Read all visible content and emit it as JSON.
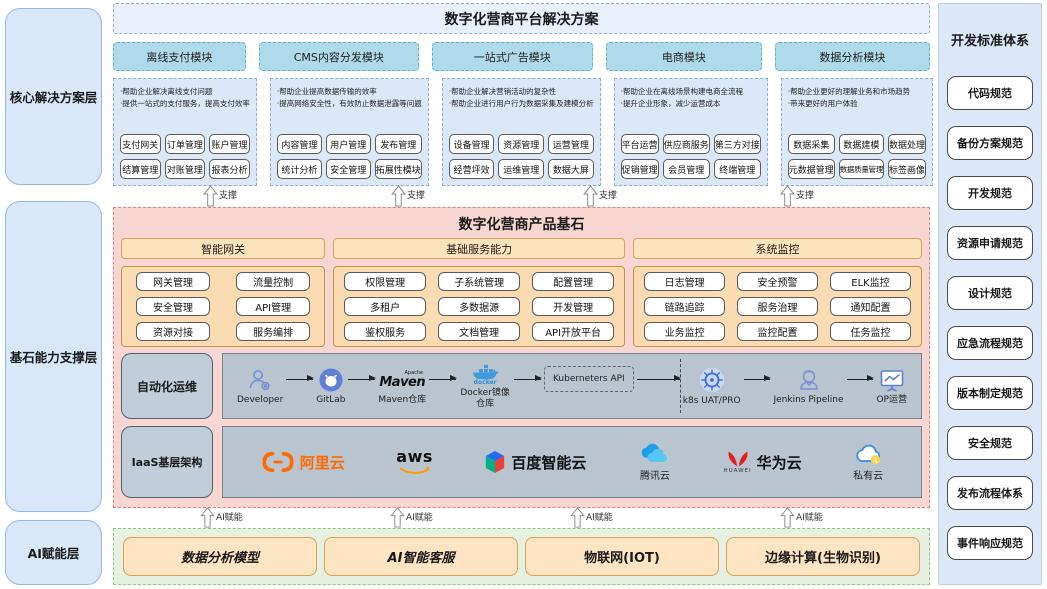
{
  "left_layers": [
    "核心解决方案层",
    "基石能力支撑层",
    "AI赋能层"
  ],
  "top": {
    "title": "数字化营商平台解决方案",
    "modules": [
      {
        "name": "离线支付模块",
        "desc": [
          "·帮助企业解决离线支付问题",
          "·提供一站式的支付服务，提高支付效率"
        ],
        "buttons": [
          "支付网关",
          "订单管理",
          "账户管理",
          "结算管理",
          "对账管理",
          "报表分析"
        ]
      },
      {
        "name": "CMS内容分发模块",
        "desc": [
          "·帮助企业提高数据传输的效率",
          "·提高网络安全性，有效防止数据泄露等问题"
        ],
        "buttons": [
          "内容管理",
          "用户管理",
          "发布管理",
          "统计分析",
          "安全管理",
          "拓展性模块"
        ]
      },
      {
        "name": "一站式广告模块",
        "desc": [
          "·帮助企业解决营销活动的复杂性",
          "·帮助企业进行用户行为数据采集及建模分析"
        ],
        "buttons": [
          "设备管理",
          "资源管理",
          "运营管理",
          "经营坪效",
          "运维管理",
          "数据大屏"
        ]
      },
      {
        "name": "电商模块",
        "desc": [
          "·帮助企业在离线场景构建电商全流程",
          "·提升企业形象，减少运营成本"
        ],
        "buttons": [
          "平台运营",
          "供应商服务",
          "第三方对接",
          "促销管理",
          "会员管理",
          "终端管理"
        ]
      },
      {
        "name": "数据分析模块",
        "desc": [
          "·帮助企业更好的理解业务和市场趋势",
          "·带来更好的用户体验"
        ],
        "buttons": [
          "数据采集",
          "数据建模",
          "数据处理",
          "元数据管理",
          "数据质量管理",
          "标签画像"
        ]
      }
    ]
  },
  "arrows": {
    "support": "支撑",
    "ai": "AI赋能"
  },
  "foundation": {
    "title": "数字化营商产品基石",
    "groups": [
      {
        "name": "智能网关",
        "buttons": [
          "网关管理",
          "流量控制",
          "安全管理",
          "API管理",
          "资源对接",
          "服务编排"
        ]
      },
      {
        "name": "基础服务能力",
        "buttons": [
          "权限管理",
          "子系统管理",
          "配置管理",
          "多租户",
          "多数据源",
          "开发管理",
          "鉴权服务",
          "文档管理",
          "API开放平台"
        ]
      },
      {
        "name": "系统监控",
        "buttons": [
          "日志管理",
          "安全预警",
          "ELK监控",
          "链路追踪",
          "服务治理",
          "通知配置",
          "业务监控",
          "监控配置",
          "任务监控"
        ]
      }
    ],
    "devops": {
      "label": "自动化运维",
      "nodes": [
        "Developer",
        "GitLab",
        "Maven仓库",
        "Docker镜像仓库",
        "Kuberneters API",
        "k8s UAT/PRO",
        "Jenkins Pipeline",
        "OP运营"
      ],
      "maven_logo": {
        "top": "Apache",
        "main": "Maven"
      },
      "docker_logo": "docker"
    },
    "iaas": {
      "label": "IaaS基层架构",
      "clouds": [
        "阿里云",
        "aws",
        "百度智能云",
        "腾讯云",
        "华为云",
        "私有云"
      ],
      "huawei_brand": "HUAWEI"
    }
  },
  "ai_layer": [
    "数据分析模型",
    "AI智能客服",
    "物联网(IOT)",
    "边缘计算(生物识别)"
  ],
  "right_panel": {
    "title": "开发标准体系",
    "items": [
      "代码规范",
      "备份方案规范",
      "开发规范",
      "资源申请规范",
      "设计规范",
      "应急流程规范",
      "版本制定规范",
      "安全规范",
      "发布流程体系",
      "事件响应规范"
    ]
  },
  "colors": {
    "layer_blue_bg": "#d9e7f8",
    "layer_blue_border": "#94b7e4",
    "module_header_bg": "#aedae9",
    "module_panel_bg": "#dce8f8",
    "pink_bg": "#f8d7d3",
    "pink_border": "#dd837c",
    "orange_header_bg": "#fde3bb",
    "orange_panel_bg": "#fbdcb2",
    "gray_panel_bg": "#b9c4ce",
    "green_bg": "#e7f1e1",
    "bottom_box_bg": "#fde4c3",
    "alibaba_orange": "#ff6a00",
    "aws_orange": "#ff9900",
    "baidu_blue": "#2468f2",
    "tencent_blue": "#2aa3ef",
    "huawei_red": "#e02020",
    "k8s_blue": "#3f6cd8"
  }
}
